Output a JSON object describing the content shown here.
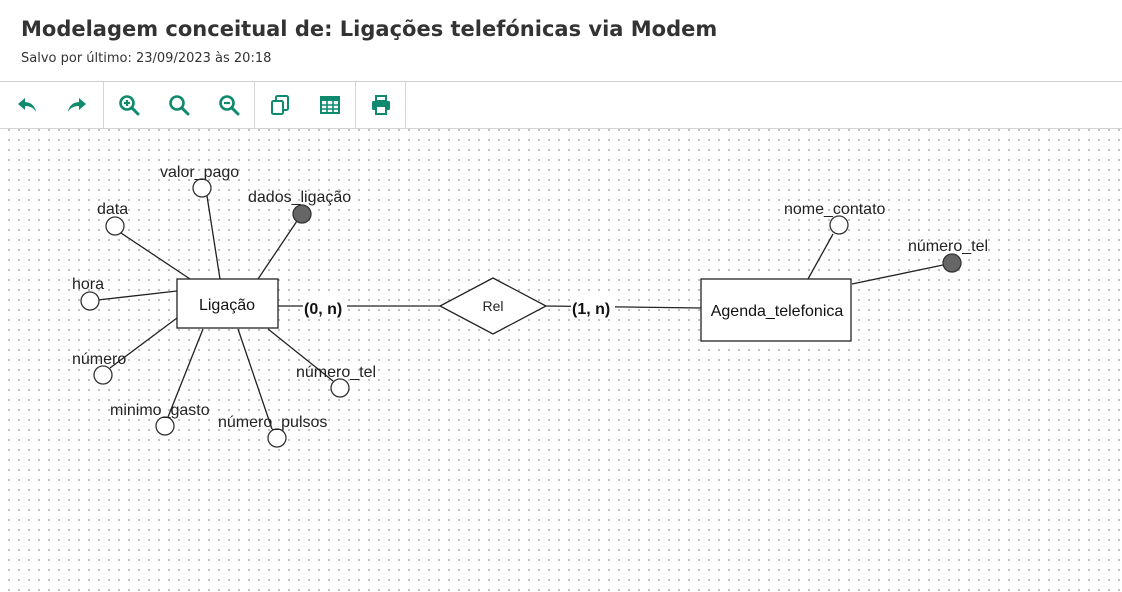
{
  "header": {
    "title": "Modelagem conceitual de: Ligações telefónicas via Modem",
    "saved": "Salvo por último: 23/09/2023 às 20:18"
  },
  "toolbar": {
    "accent": "#0f8a6f",
    "buttons": [
      {
        "name": "undo",
        "icon": "undo-icon"
      },
      {
        "name": "redo",
        "icon": "redo-icon"
      },
      {
        "name": "zoom-in",
        "icon": "zoom-in-icon"
      },
      {
        "name": "zoom-reset",
        "icon": "search-icon"
      },
      {
        "name": "zoom-out",
        "icon": "zoom-out-icon"
      },
      {
        "name": "copy",
        "icon": "copy-icon"
      },
      {
        "name": "table",
        "icon": "table-icon"
      },
      {
        "name": "print",
        "icon": "print-icon"
      }
    ]
  },
  "diagram": {
    "entities": {
      "ligacao": "Ligação",
      "agenda": "Agenda_telefonica"
    },
    "relationship": "Rel",
    "cardinalities": {
      "left": "(0, n)",
      "right": "(1, n)"
    },
    "ligacao_attributes": {
      "valor_pago": "valor_pago",
      "dados_ligacao": "dados_ligação",
      "data": "data",
      "hora": "hora",
      "numero": "número",
      "minimo_gasto": "minimo_gasto",
      "numero_pulsos": "número_pulsos",
      "numero_tel": "número_tel"
    },
    "agenda_attributes": {
      "nome_contato": "nome_contato",
      "numero_tel": "número_tel"
    },
    "colors": {
      "key_attribute": "#666666",
      "line": "#222222"
    }
  }
}
